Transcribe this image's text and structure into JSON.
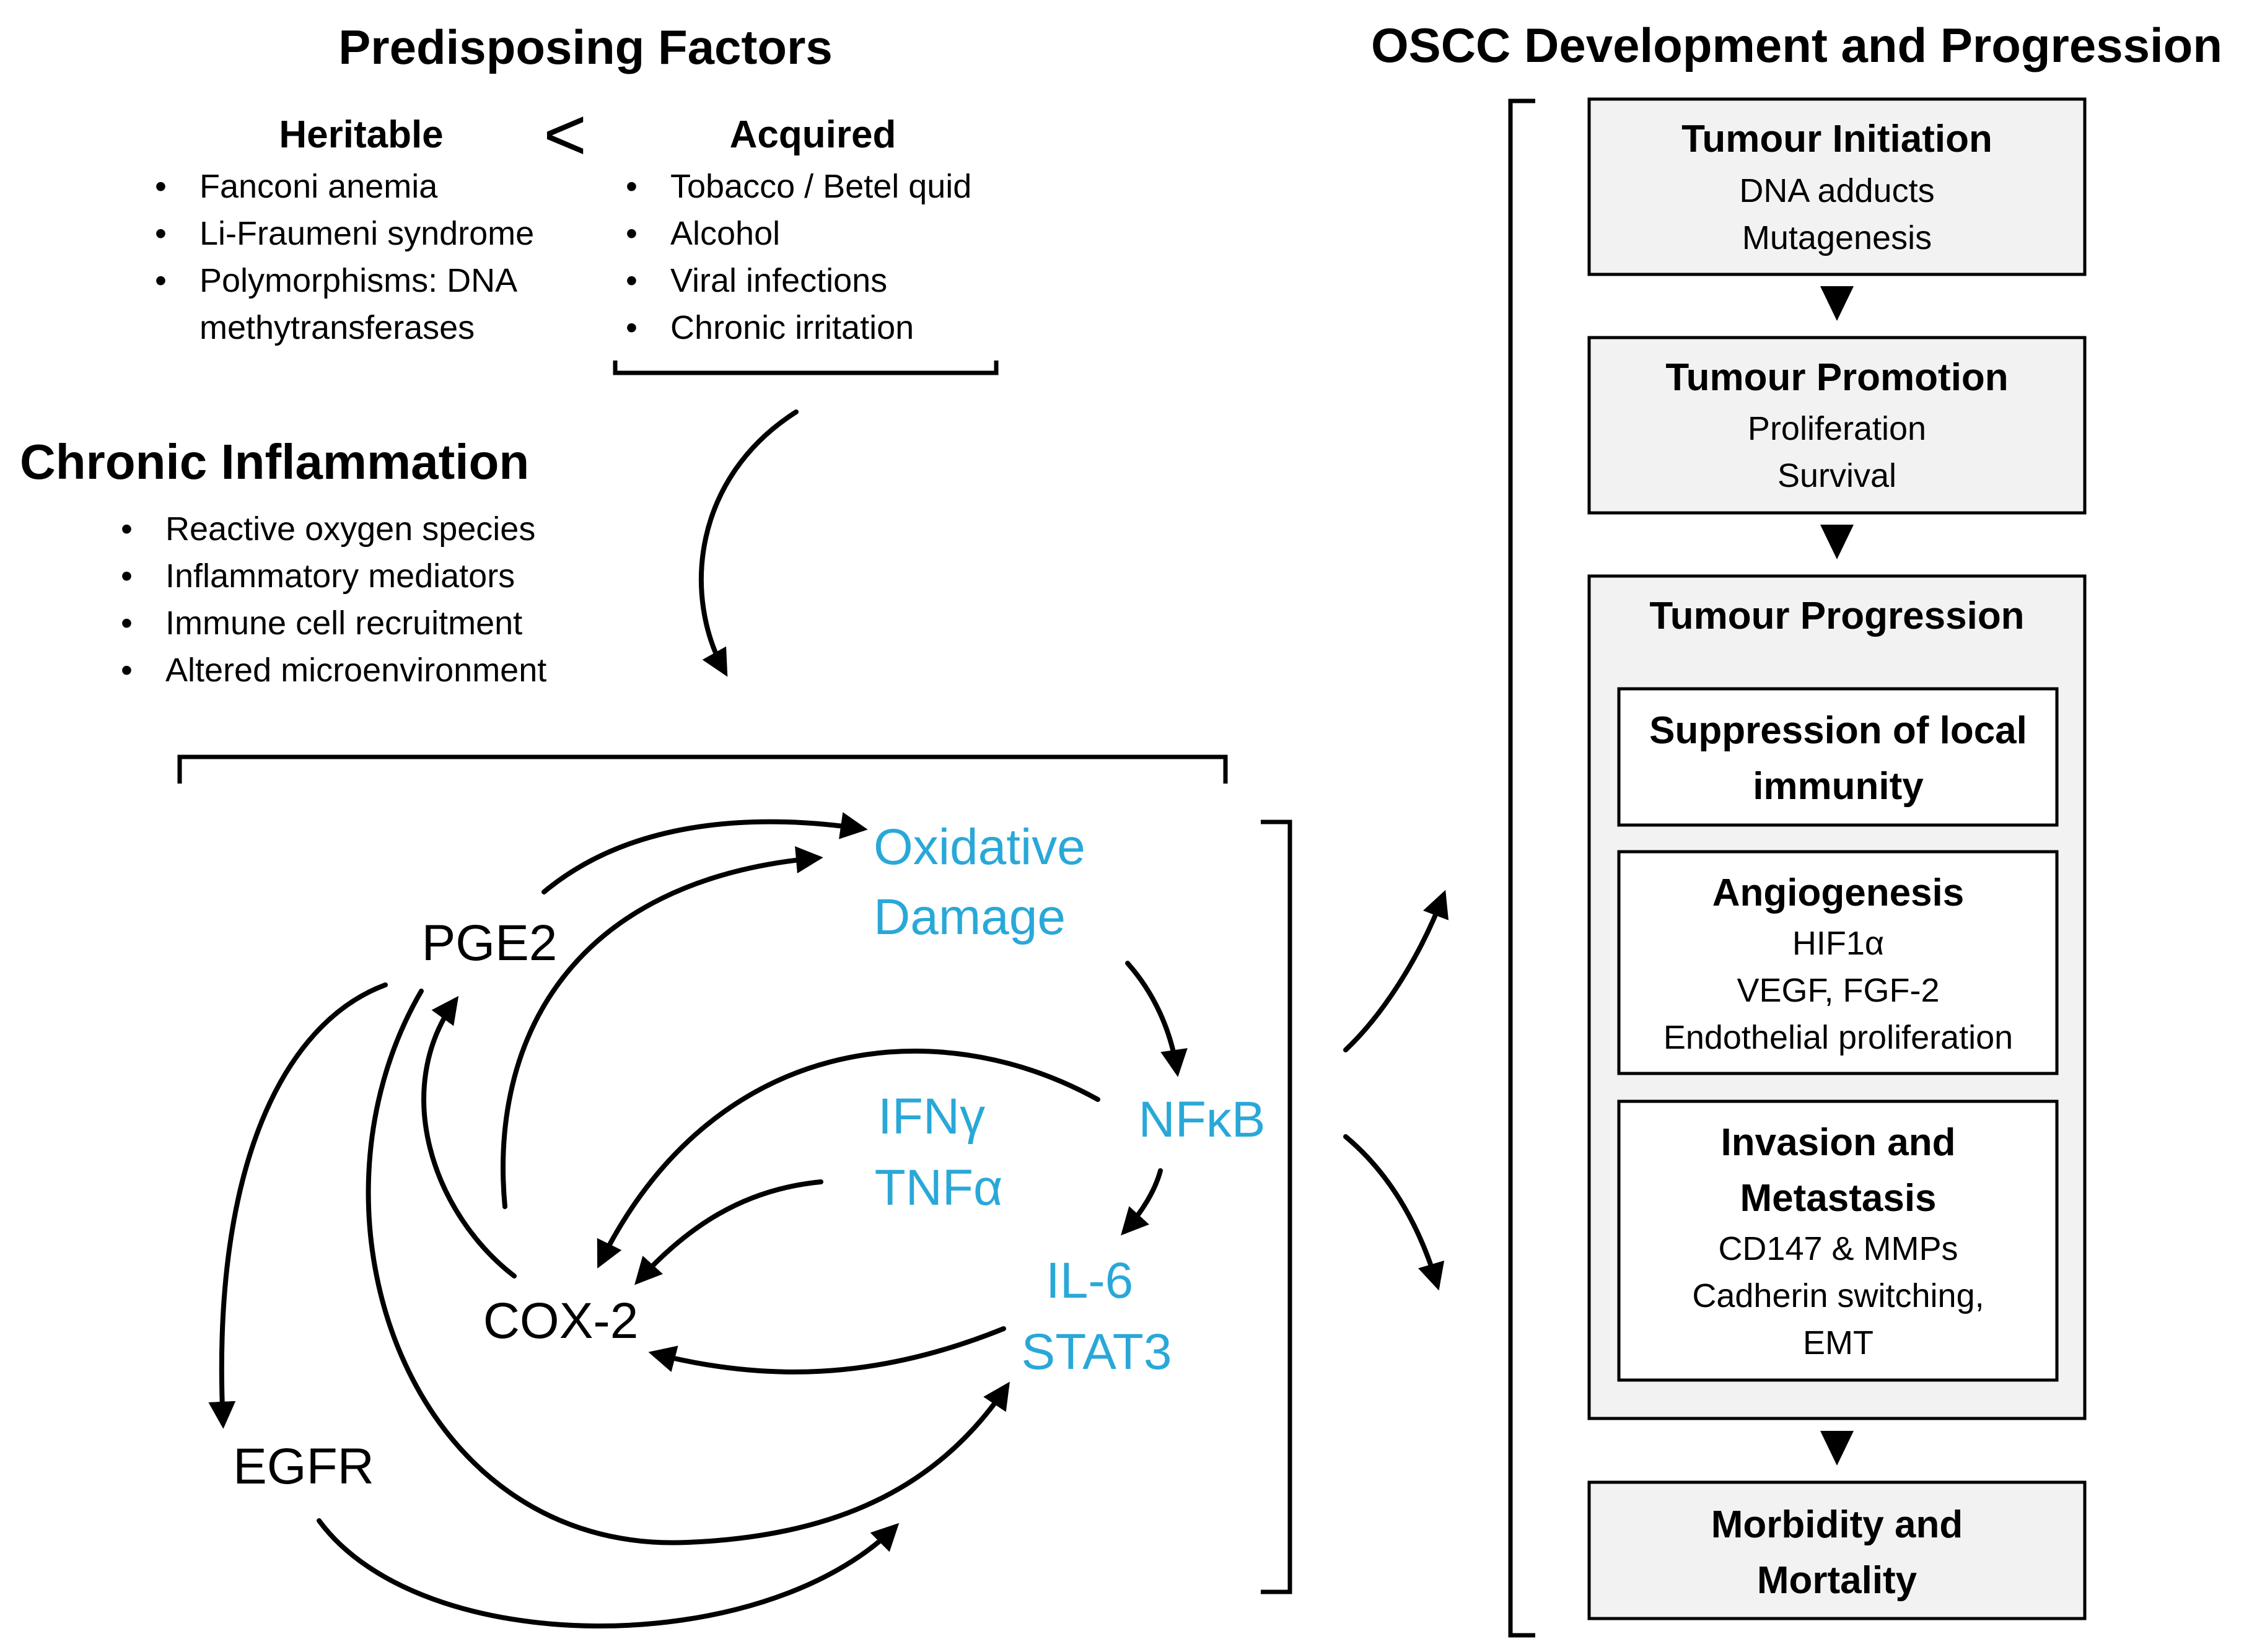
{
  "predisposing": {
    "title": "Predisposing Factors",
    "heritable": {
      "heading": "Heritable",
      "items": [
        "Fanconi anemia",
        "Li-Fraumeni syndrome",
        "Polymorphisms: DNA",
        "methytransferases"
      ]
    },
    "comparator": "<",
    "acquired": {
      "heading": "Acquired",
      "items": [
        "Tobacco / Betel quid",
        "Alcohol",
        "Viral infections",
        "Chronic irritation"
      ]
    },
    "bullet": "•"
  },
  "inflammation": {
    "title": "Chronic Inflammation",
    "items": [
      "Reactive oxygen species",
      "Inflammatory mediators",
      "Immune cell recruitment",
      "Altered microenvironment"
    ]
  },
  "network": {
    "pge2": "PGE2",
    "cox2": "COX-2",
    "egfr": "EGFR",
    "oxidative": [
      "Oxidative",
      "Damage"
    ],
    "nfkb": "NFκB",
    "ifn": [
      "IFNγ",
      "TNFα"
    ],
    "il6": [
      "IL-6",
      "STAT3"
    ],
    "accent_color": "#29a8d8"
  },
  "oscc": {
    "title": "OSCC Development and Progression",
    "initiation": {
      "title": "Tumour Initiation",
      "lines": [
        "DNA adducts",
        "Mutagenesis"
      ]
    },
    "promotion": {
      "title": "Tumour Promotion",
      "lines": [
        "Proliferation",
        "Survival"
      ]
    },
    "progression": {
      "title": "Tumour Progression",
      "suppression": {
        "title": [
          "Suppression of local",
          "immunity"
        ]
      },
      "angiogenesis": {
        "title": "Angiogenesis",
        "lines": [
          "HIF1α",
          "VEGF, FGF-2",
          "Endothelial proliferation"
        ]
      },
      "invasion": {
        "title": [
          "Invasion and",
          "Metastasis"
        ],
        "lines": [
          "CD147 & MMPs",
          "Cadherin switching,",
          "EMT"
        ]
      }
    },
    "morbidity": {
      "title": [
        "Morbidity and",
        "Mortality"
      ]
    },
    "box_fill": "#f2f2f2"
  }
}
